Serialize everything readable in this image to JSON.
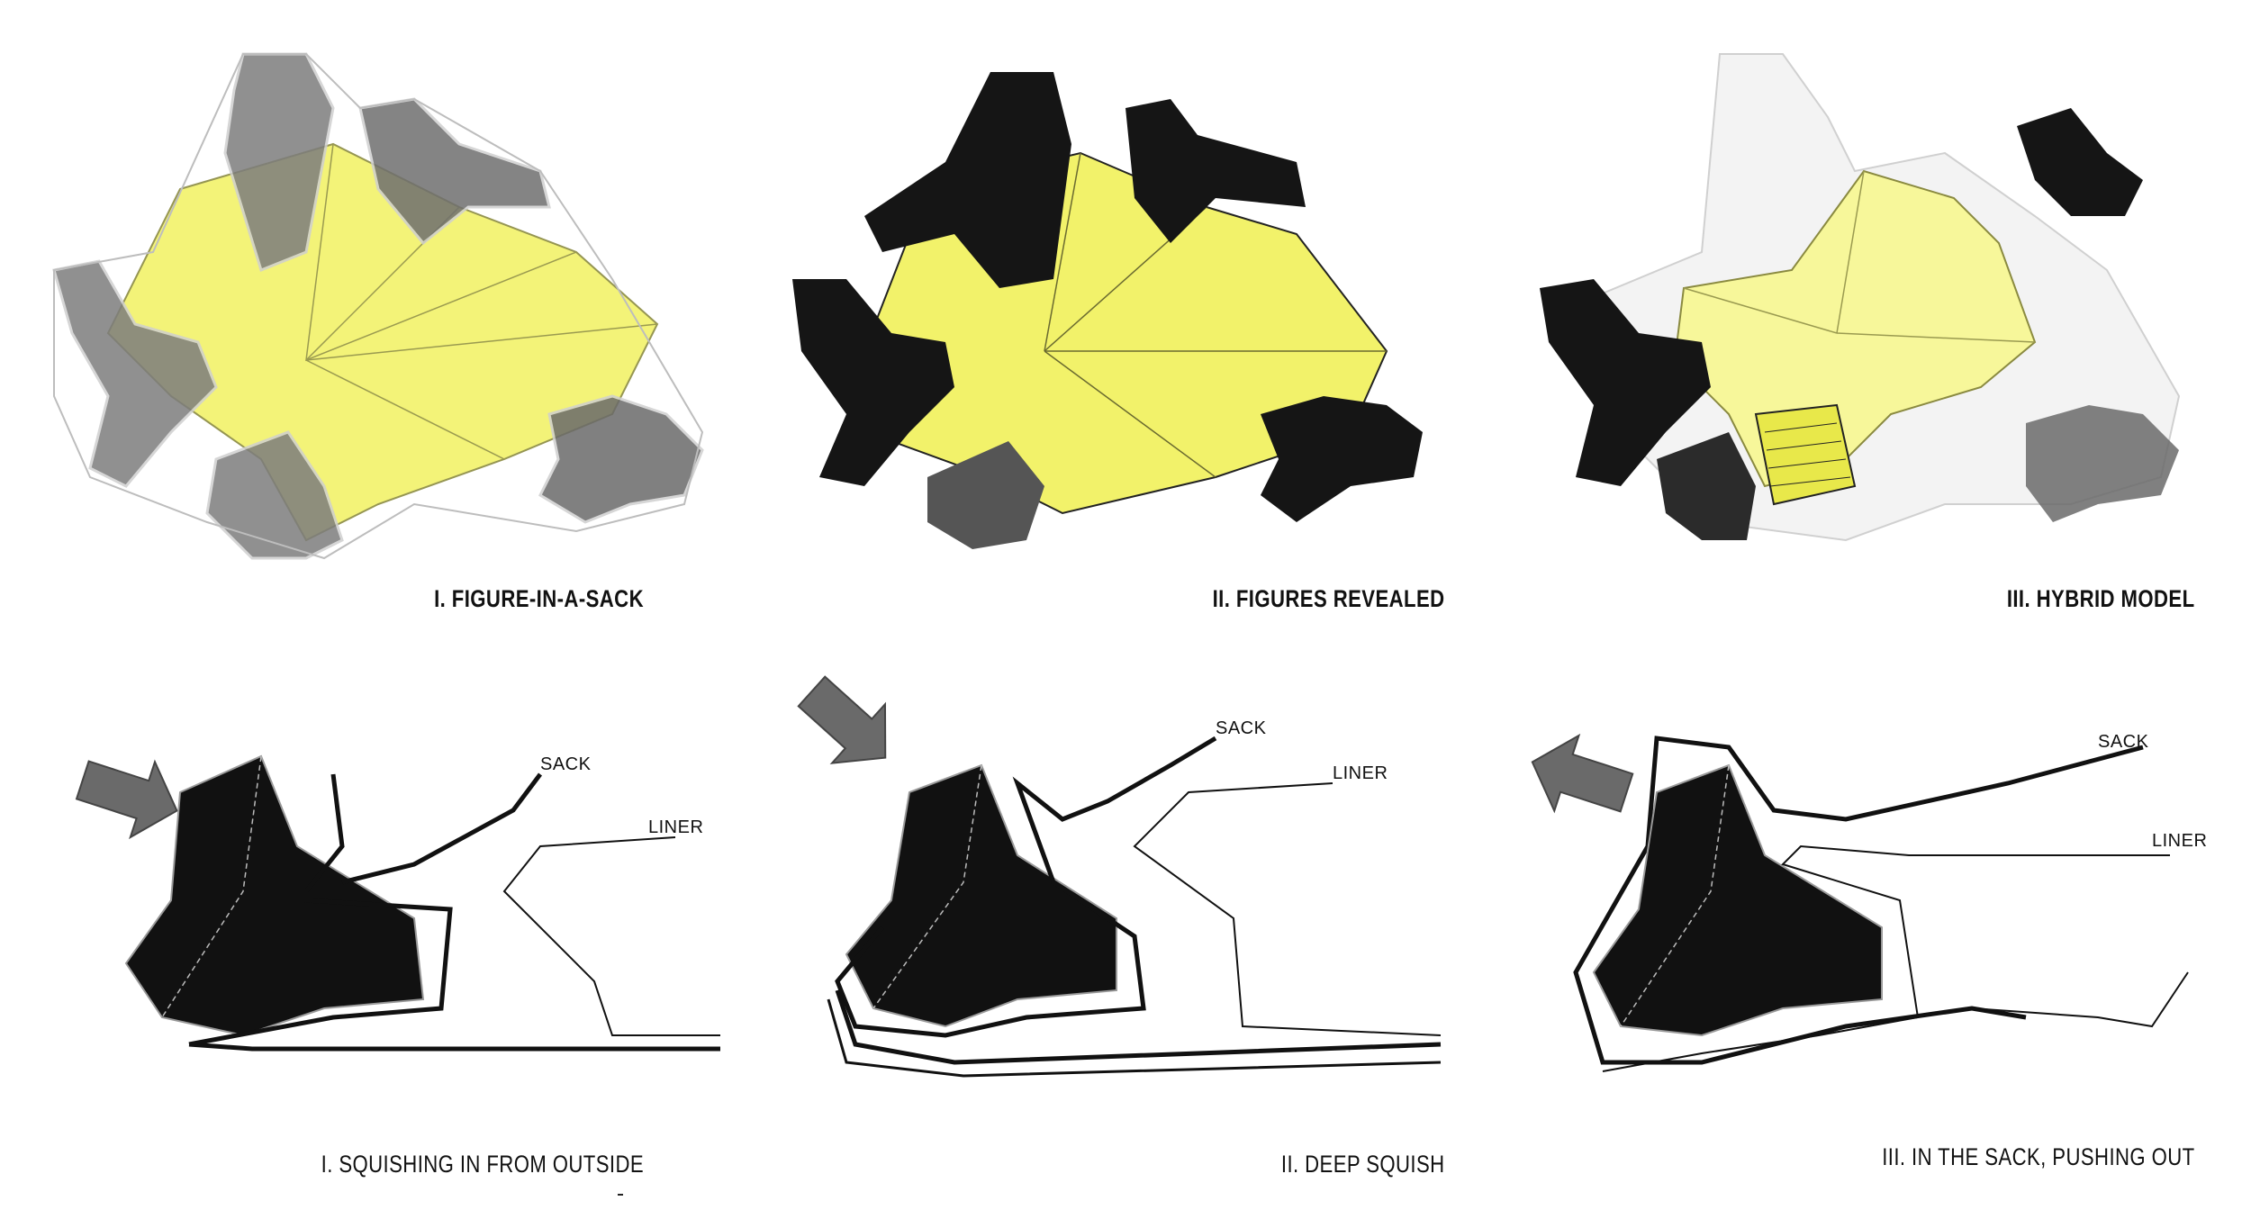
{
  "colors": {
    "yellow": "#f2f26a",
    "yellow_shade": "#d6d63a",
    "black": "#151515",
    "grey": "#7d7d7d",
    "glass": "#cfcfcf",
    "arrow": "#6a6a6a"
  },
  "models": [
    {
      "caption": "I. FIGURE-IN-A-SACK"
    },
    {
      "caption": "II. FIGURES REVEALED"
    },
    {
      "caption": "III. HYBRID MODEL"
    }
  ],
  "sections": [
    {
      "caption": "I.  SQUISHING IN FROM OUTSIDE",
      "sack_label": "SACK",
      "liner_label": "LINER"
    },
    {
      "caption": "II.  DEEP SQUISH",
      "sack_label": "SACK",
      "liner_label": "LINER"
    },
    {
      "caption": "III.  IN THE SACK, PUSHING OUT",
      "sack_label": "SACK",
      "liner_label": "LINER"
    }
  ]
}
